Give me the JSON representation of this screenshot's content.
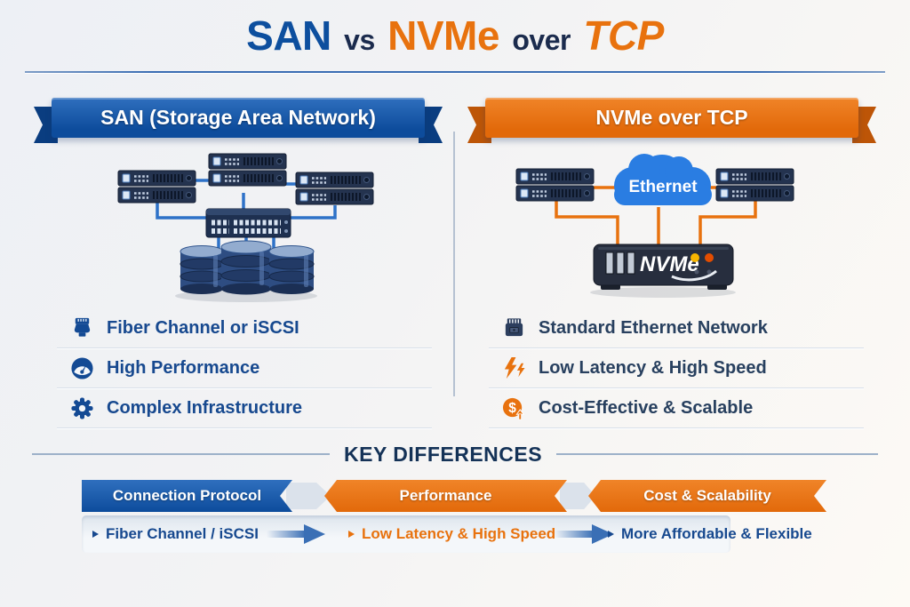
{
  "title": {
    "san": "SAN",
    "vs": "vs",
    "nvme": "NVMe",
    "over": "over",
    "tcp": "TCP"
  },
  "panels": {
    "san": {
      "banner": "SAN (Storage Area Network)",
      "features": [
        {
          "icon": "fiber-connector-icon",
          "label": "Fiber Channel or iSCSI"
        },
        {
          "icon": "speedometer-icon",
          "label": "High Performance"
        },
        {
          "icon": "gear-icon",
          "label": "Complex Infrastructure"
        }
      ]
    },
    "nvme": {
      "banner": "NVMe over TCP",
      "cloud_label": "Ethernet",
      "appliance_label": "NVMe",
      "features": [
        {
          "icon": "ethernet-adapter-icon",
          "label": "Standard Ethernet Network"
        },
        {
          "icon": "lightning-icon",
          "label": "Low Latency & High Speed"
        },
        {
          "icon": "dollar-growth-icon",
          "label": "Cost-Effective & Scalable"
        }
      ]
    }
  },
  "key_differences": {
    "heading": "KEY DIFFERENCES",
    "columns": [
      {
        "header": "Connection Protocol",
        "value": "Fiber Channel / iSCSI",
        "accent": "#0d4c9c"
      },
      {
        "header": "Performance",
        "value": "Low Latency & High Speed",
        "accent": "#e8720e"
      },
      {
        "header": "Cost & Scalability",
        "value": "More Affordable & Flexible",
        "accent": "#e8720e"
      }
    ]
  },
  "colors": {
    "san_blue": "#0d4f9e",
    "nvme_orange": "#e8720e",
    "navy_text": "#1b2b4d",
    "connection_line_blue": "#2e72c8",
    "connection_line_orange": "#e8720e",
    "value_text_blue": "#17498f",
    "cloud_blue": "#2a7de2"
  }
}
